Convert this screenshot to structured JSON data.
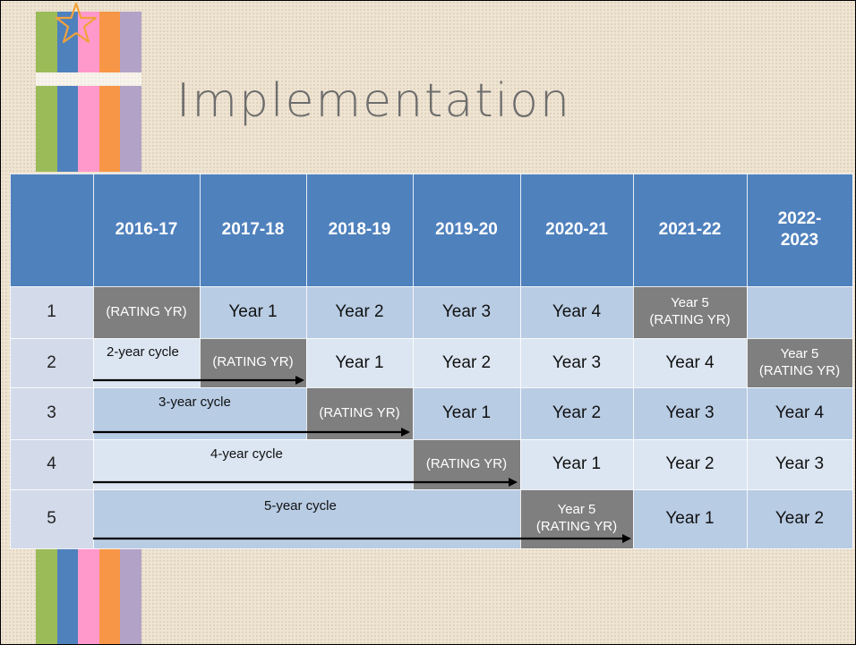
{
  "slide": {
    "title": "Implementation"
  },
  "table": {
    "headers": [
      "",
      "2016-17",
      "2017-18",
      "2018-19",
      "2019-20",
      "2020-21",
      "2021-22",
      "2022-\n2023"
    ],
    "rows": [
      {
        "label": "1",
        "cells": [
          "(RATING YR)",
          "Year 1",
          "Year 2",
          "Year 3",
          "Year 4",
          "Year 5\n(RATING YR)",
          ""
        ]
      },
      {
        "label": "2",
        "cells": [
          "",
          "(RATING YR)",
          "Year 1",
          "Year 2",
          "Year 3",
          "Year 4",
          "Year 5\n(RATING YR)"
        ]
      },
      {
        "label": "3",
        "cells": [
          "",
          "",
          "(RATING YR)",
          "Year 1",
          "Year 2",
          "Year 3",
          "Year 4"
        ]
      },
      {
        "label": "4",
        "cells": [
          "",
          "",
          "",
          "(RATING YR)",
          "Year 1",
          "Year 2",
          "Year 3"
        ]
      },
      {
        "label": "5",
        "cells": [
          "",
          "",
          "",
          "",
          "Year 5\n(RATING YR)",
          "Year 1",
          "Year 2"
        ]
      }
    ],
    "cycles": [
      "2-year cycle",
      "3-year cycle",
      "4-year cycle",
      "5-year cycle"
    ]
  },
  "colors": {
    "header": "#4f81bd",
    "rating": "#7f7f7f",
    "row_dark": "#b8cce4",
    "row_light": "#dce6f2"
  },
  "icons": [
    "star-icon"
  ]
}
